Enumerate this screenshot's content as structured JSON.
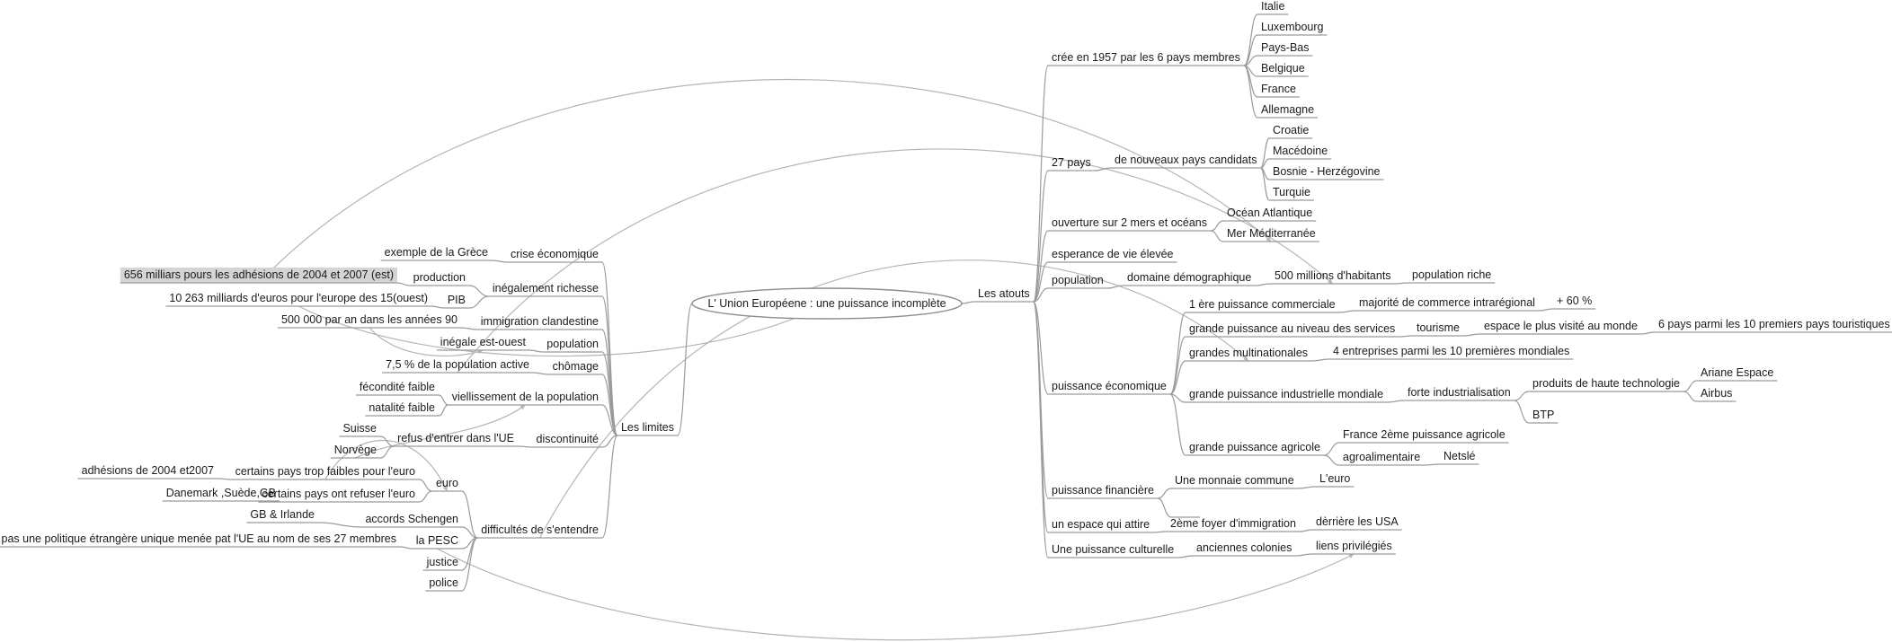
{
  "root": {
    "id": "root",
    "text": "L' Union Européene : une puissance incomplète"
  },
  "nodes": [
    {
      "id": "atouts",
      "text": "Les atouts",
      "parent": "root"
    },
    {
      "id": "cree",
      "text": "crée en 1957 par les 6 pays membres",
      "parent": "atouts"
    },
    {
      "id": "italie",
      "text": "Italie",
      "parent": "cree"
    },
    {
      "id": "luxembourg",
      "text": "Luxembourg",
      "parent": "cree"
    },
    {
      "id": "paysbas",
      "text": "Pays-Bas",
      "parent": "cree"
    },
    {
      "id": "belgique",
      "text": "Belgique",
      "parent": "cree"
    },
    {
      "id": "france",
      "text": "France",
      "parent": "cree"
    },
    {
      "id": "allemagne",
      "text": "Allemagne",
      "parent": "cree"
    },
    {
      "id": "p27",
      "text": "27 pays",
      "parent": "atouts"
    },
    {
      "id": "candidats",
      "text": "de nouveaux pays candidats",
      "parent": "p27"
    },
    {
      "id": "croatie",
      "text": "Croatie",
      "parent": "candidats"
    },
    {
      "id": "macedoine",
      "text": "Macédoine",
      "parent": "candidats"
    },
    {
      "id": "bosnie",
      "text": "Bosnie - Herzégovine",
      "parent": "candidats"
    },
    {
      "id": "turquie",
      "text": "Turquie",
      "parent": "candidats"
    },
    {
      "id": "ouverture",
      "text": "ouverture sur 2 mers et océans",
      "parent": "atouts"
    },
    {
      "id": "atlantique",
      "text": "Océan Atlantique",
      "parent": "ouverture"
    },
    {
      "id": "mediterranee",
      "text": "Mer Méditerranée",
      "parent": "ouverture"
    },
    {
      "id": "esperance",
      "text": "esperance de vie élevée",
      "parent": "atouts"
    },
    {
      "id": "population",
      "text": "population",
      "parent": "atouts"
    },
    {
      "id": "demo",
      "text": "domaine démographique",
      "parent": "population"
    },
    {
      "id": "hab",
      "text": "500 millions d'habitants",
      "parent": "demo"
    },
    {
      "id": "riche",
      "text": "population riche",
      "parent": "hab"
    },
    {
      "id": "peco",
      "text": "puissance économique",
      "parent": "atouts"
    },
    {
      "id": "comm",
      "text": "1 ère puissance commerciale",
      "parent": "peco"
    },
    {
      "id": "majorite",
      "text": "majorité de commerce intrarégional",
      "parent": "comm"
    },
    {
      "id": "p60",
      "text": "+ 60 %",
      "parent": "majorite"
    },
    {
      "id": "services",
      "text": "grande puissance au niveau des services",
      "parent": "peco"
    },
    {
      "id": "tourisme",
      "text": "tourisme",
      "parent": "services"
    },
    {
      "id": "visite",
      "text": "espace le plus visité au monde",
      "parent": "tourisme"
    },
    {
      "id": "sixpays",
      "text": "6 pays parmi les 10 premiers pays touristiques",
      "parent": "visite"
    },
    {
      "id": "multi",
      "text": "grandes multinationales",
      "parent": "peco"
    },
    {
      "id": "quatre",
      "text": "4 entreprises parmi les 10 premières mondiales",
      "parent": "multi"
    },
    {
      "id": "indus",
      "text": "grande puissance industrielle mondiale",
      "parent": "peco"
    },
    {
      "id": "forte",
      "text": "forte industrialisation",
      "parent": "indus"
    },
    {
      "id": "hautetech",
      "text": "produits de haute technologie",
      "parent": "forte"
    },
    {
      "id": "ariane",
      "text": "Ariane Espace",
      "parent": "hautetech"
    },
    {
      "id": "airbus",
      "text": "Airbus",
      "parent": "hautetech"
    },
    {
      "id": "btp",
      "text": "BTP",
      "parent": "forte"
    },
    {
      "id": "agri",
      "text": "grande puissance agricole",
      "parent": "peco"
    },
    {
      "id": "france2",
      "text": "France 2ème puissance agricole",
      "parent": "agri"
    },
    {
      "id": "agro",
      "text": "agroalimentaire",
      "parent": "agri"
    },
    {
      "id": "netsle",
      "text": "Netslé",
      "parent": "agro"
    },
    {
      "id": "pfin",
      "text": "puissance financière",
      "parent": "atouts"
    },
    {
      "id": "monnaie",
      "text": "Une monnaie commune",
      "parent": "pfin"
    },
    {
      "id": "leuro",
      "text": "L'euro",
      "parent": "monnaie"
    },
    {
      "id": "pfinempty",
      "text": "",
      "parent": "pfin"
    },
    {
      "id": "attire",
      "text": "un espace qui attire",
      "parent": "atouts"
    },
    {
      "id": "foyer",
      "text": "2ème foyer d'immigration",
      "parent": "attire"
    },
    {
      "id": "usa",
      "text": "dèrrière les USA",
      "parent": "foyer"
    },
    {
      "id": "pculture",
      "text": "Une puissance culturelle",
      "parent": "atouts"
    },
    {
      "id": "colonies",
      "text": "anciennes colonies",
      "parent": "pculture"
    },
    {
      "id": "liens",
      "text": "liens privilégiés",
      "parent": "colonies"
    },
    {
      "id": "limites",
      "text": "Les limites",
      "parent": "root"
    },
    {
      "id": "crise",
      "text": "crise économique",
      "parent": "limites"
    },
    {
      "id": "grece",
      "text": "exemple de la Grèce",
      "parent": "crise"
    },
    {
      "id": "inegal",
      "text": "inégalement richesse",
      "parent": "limites"
    },
    {
      "id": "production",
      "text": "production",
      "parent": "inegal"
    },
    {
      "id": "pib",
      "text": "PIB",
      "parent": "inegal"
    },
    {
      "id": "m656",
      "text": "656 milliars pours les adhésions de 2004 et 2007 (est)",
      "parent": "production",
      "highlight": true
    },
    {
      "id": "m10263",
      "text": "10 263  milliards d'euros pour l'europe des 15(ouest)",
      "parent": "pib"
    },
    {
      "id": "immig",
      "text": "immigration clandestine",
      "parent": "limites"
    },
    {
      "id": "m500000",
      "text": "500 000 par an dans les années 90",
      "parent": "immig"
    },
    {
      "id": "popul",
      "text": "population",
      "parent": "limites"
    },
    {
      "id": "inegeo",
      "text": "inégale est-ouest",
      "parent": "popul"
    },
    {
      "id": "chomage",
      "text": "chômage",
      "parent": "limites"
    },
    {
      "id": "p75",
      "text": "7,5 % de la population active",
      "parent": "chomage"
    },
    {
      "id": "vieil",
      "text": "viellissement de la population",
      "parent": "limites"
    },
    {
      "id": "fecond",
      "text": "fécondité faible",
      "parent": "vieil"
    },
    {
      "id": "natal",
      "text": "natalité faible",
      "parent": "vieil"
    },
    {
      "id": "discont",
      "text": "discontinuité",
      "parent": "limites"
    },
    {
      "id": "refus",
      "text": "refus d'entrer dans l'UE",
      "parent": "discont"
    },
    {
      "id": "suisse",
      "text": "Suisse",
      "parent": "refus"
    },
    {
      "id": "norvege",
      "text": "Norvège",
      "parent": "refus"
    },
    {
      "id": "difficultes",
      "text": "difficultés de s'entendre",
      "parent": "limites"
    },
    {
      "id": "euro",
      "text": "euro",
      "parent": "difficultes"
    },
    {
      "id": "faibles",
      "text": "certains pays trop faibles pour l'euro",
      "parent": "euro"
    },
    {
      "id": "adh",
      "text": "adhésions de 2004 et2007",
      "parent": "faibles"
    },
    {
      "id": "refuser",
      "text": "certains pays ont refuser l'euro",
      "parent": "euro"
    },
    {
      "id": "dsg",
      "text": "Danemark ,Suède,GB",
      "parent": "refuser"
    },
    {
      "id": "schengen",
      "text": "accords Schengen",
      "parent": "difficultes"
    },
    {
      "id": "gbirl",
      "text": "GB & Irlande",
      "parent": "schengen"
    },
    {
      "id": "pesc",
      "text": "la PESC",
      "parent": "difficultes"
    },
    {
      "id": "politique",
      "text": "pas une politique étrangère unique menée pat l'UE au nom de ses 27 membres",
      "parent": "pesc"
    },
    {
      "id": "justice",
      "text": "justice",
      "parent": "difficultes"
    },
    {
      "id": "police",
      "text": "police",
      "parent": "difficultes"
    }
  ],
  "relations": [
    {
      "from": "m656",
      "to": "mediterranee"
    },
    {
      "from": "m10263",
      "to": "root"
    },
    {
      "from": "p75",
      "to": "hab"
    },
    {
      "from": "m500000",
      "to": "inegeo"
    },
    {
      "from": "faibles",
      "to": "euro"
    },
    {
      "from": "norvege",
      "to": "vieil"
    },
    {
      "from": "difficultes",
      "to": "multi"
    },
    {
      "from": "pesc",
      "to": "liens"
    }
  ],
  "colors": {
    "line": "#9a9a9a",
    "relation": "#b4b4b4",
    "text": "#1a1a1a",
    "highlight": "#d4d4d4"
  }
}
